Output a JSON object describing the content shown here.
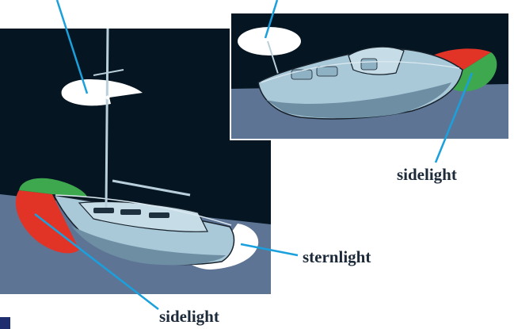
{
  "labels": {
    "sternlight": "sternlight",
    "sidelight_right": "sidelight",
    "sidelight_bottom": "sidelight"
  },
  "colors": {
    "night_sky": "#051622",
    "water": "#5e7495",
    "masthead_white": "#ffffff",
    "sidelight_red": "#e23327",
    "sidelight_green": "#3ea84e",
    "pointer_blue": "#1aa0dc",
    "hull": "#a9c8d8",
    "hull_dark": "#6d8ea3",
    "outline": "#17212b",
    "label_text": "#1c2a3a"
  },
  "icons": {
    "corner_marker": "small-navy-square"
  }
}
